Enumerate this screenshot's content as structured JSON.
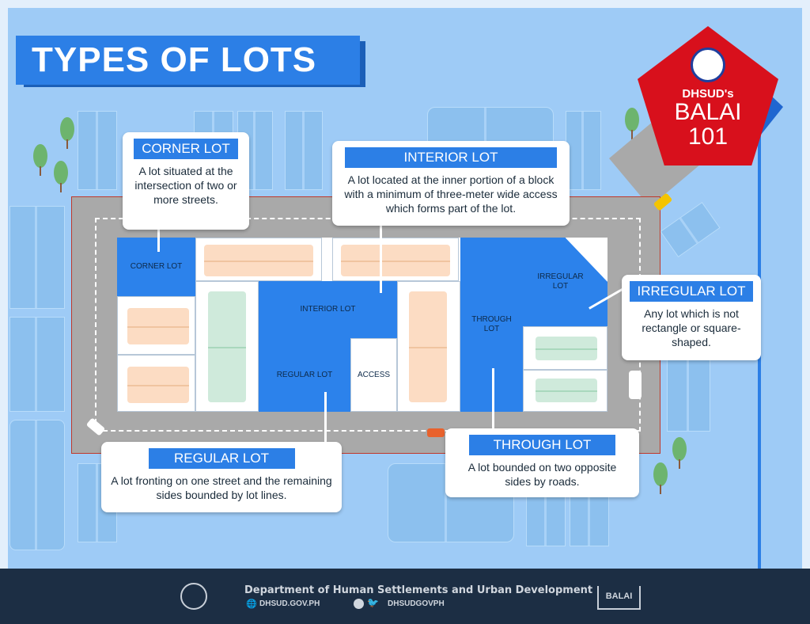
{
  "title": "TYPES OF LOTS",
  "badge": {
    "line1": "DHSUD's",
    "line2": "BALAI",
    "line3": "101"
  },
  "lots": {
    "corner": "CORNER LOT",
    "interior": "INTERIOR LOT",
    "regular": "REGULAR LOT",
    "access": "ACCESS",
    "through": "THROUGH LOT",
    "irregular": "IRREGULAR LOT"
  },
  "callouts": {
    "corner": {
      "heading": "CORNER LOT",
      "text": "A lot situated at the intersection of two or more streets."
    },
    "interior": {
      "heading": "INTERIOR LOT",
      "text": "A lot located at the inner portion of a block with a minimum of three-meter wide access which forms part of the lot."
    },
    "irregular": {
      "heading": "IRREGULAR LOT",
      "text": "Any lot which is not rectangle or square-shaped."
    },
    "regular": {
      "heading": "REGULAR LOT",
      "text": "A lot fronting on one street and the remaining sides bounded by lot lines."
    },
    "through": {
      "heading": "THROUGH LOT",
      "text": "A lot bounded on two opposite sides by roads."
    }
  },
  "footer": {
    "org": "Department of Human Settlements and Urban Development",
    "website": "DHSUD.GOV.PH",
    "social": "DHSUDGOVPH",
    "logo_text": "BALAI"
  },
  "colors": {
    "accent": "#2c7fe6",
    "badge": "#d8101c",
    "footer": "#1c2e44"
  }
}
